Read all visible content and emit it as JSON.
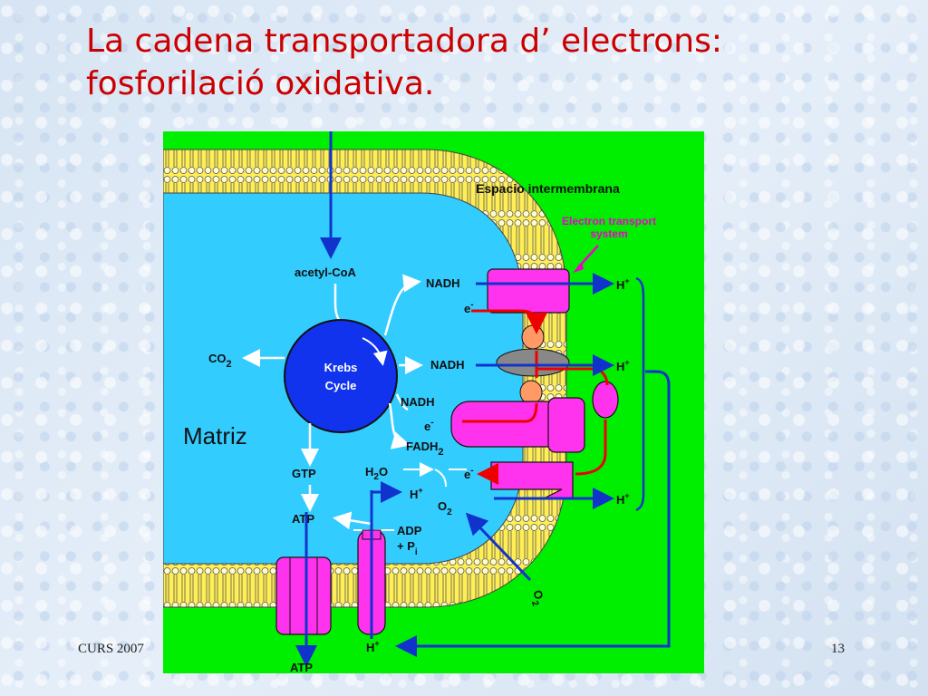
{
  "slide": {
    "title_line1": "La cadena transportadora d’ electrons:",
    "title_line2": "fosforilació oxidativa.",
    "footer_left": "CURS 2007",
    "page_number": "13"
  },
  "diagram": {
    "intermembrane_label": "Espacio intermembrana",
    "ets_label_line1": "Electron transport",
    "ets_label_line2": "system",
    "matrix_label": "Matriz",
    "krebs_line1": "Krebs",
    "krebs_line2": "Cycle",
    "acetyl": "acetyl-CoA",
    "nadh_1": "NADH",
    "nadh_2": "NADH",
    "nadh_3": "NADH",
    "fadh": "FADH",
    "sub_2": "2",
    "co": "CO",
    "gtp": "GTP",
    "atp_1": "ATP",
    "atp_2": "ATP",
    "h2o_h": "H",
    "h2o_o": "O",
    "o2": "O",
    "adp": "ADP",
    "pi": "+ P",
    "pi_sub": "i",
    "h_plus": "H",
    "plus": "+",
    "e_minus": "e",
    "minus": "-",
    "colors": {
      "background": "#00ee00",
      "matrix": "#33ccff",
      "membrane": "#ffee55",
      "protein": "#ff33ee",
      "arrow_blue": "#1133cc",
      "arrow_red": "#ee0000",
      "krebs": "#1133ee"
    }
  }
}
